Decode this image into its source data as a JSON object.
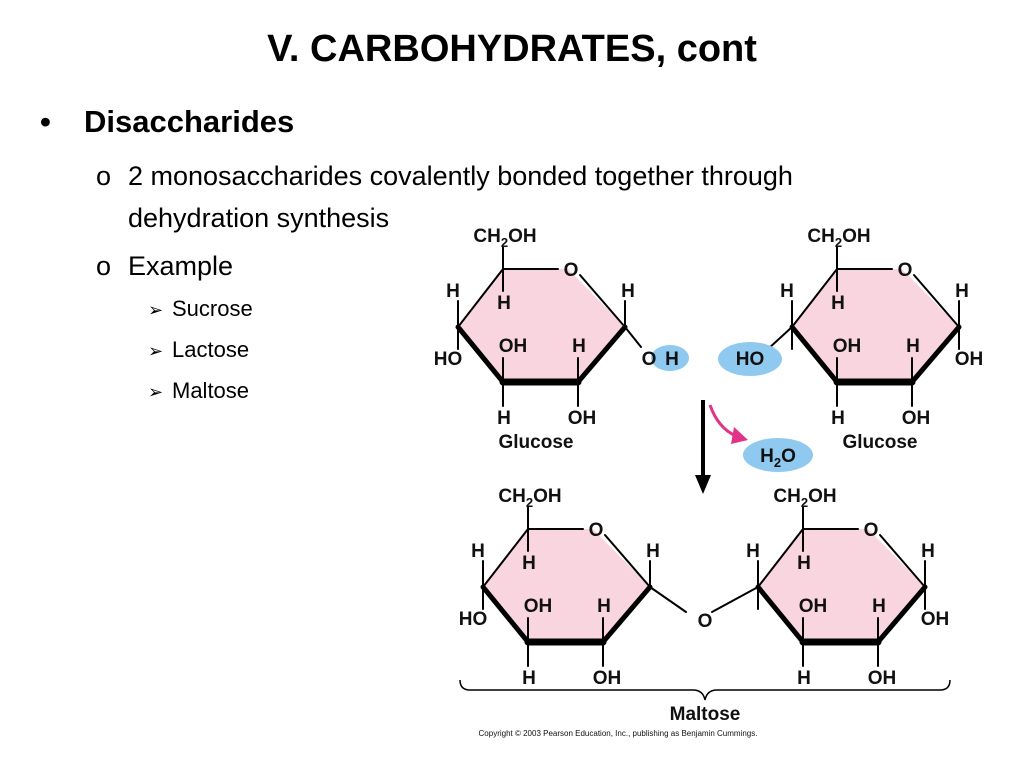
{
  "slide": {
    "title": "V.  CARBOHYDRATES, cont",
    "bullets": {
      "disaccharides": "Disaccharides",
      "definition_line1": "2 monosaccharides covalently bonded together through",
      "definition_line2": "dehydration synthesis",
      "example": "Example",
      "examples": [
        "Sucrose",
        "Lactose",
        "Maltose"
      ]
    },
    "bullet_glyphs": {
      "level1": "•",
      "level2": "o",
      "level3": "➢"
    }
  },
  "diagram": {
    "labels": {
      "ch2": "CH",
      "sub2": "2",
      "oh": "OH",
      "o": "O",
      "h": "H",
      "ho": "HO",
      "h2o_h": "H",
      "h2o_o": "O",
      "glucose": "Glucose",
      "maltose": "Maltose"
    },
    "copyright": "Copyright © 2003 Pearson Education, Inc., publishing as Benjamin Cummings.",
    "colors": {
      "ring_fill": "#f9d5e0",
      "highlight": "#8fc9ef",
      "arrow_pink": "#e0338a",
      "bond": "#000000"
    }
  }
}
